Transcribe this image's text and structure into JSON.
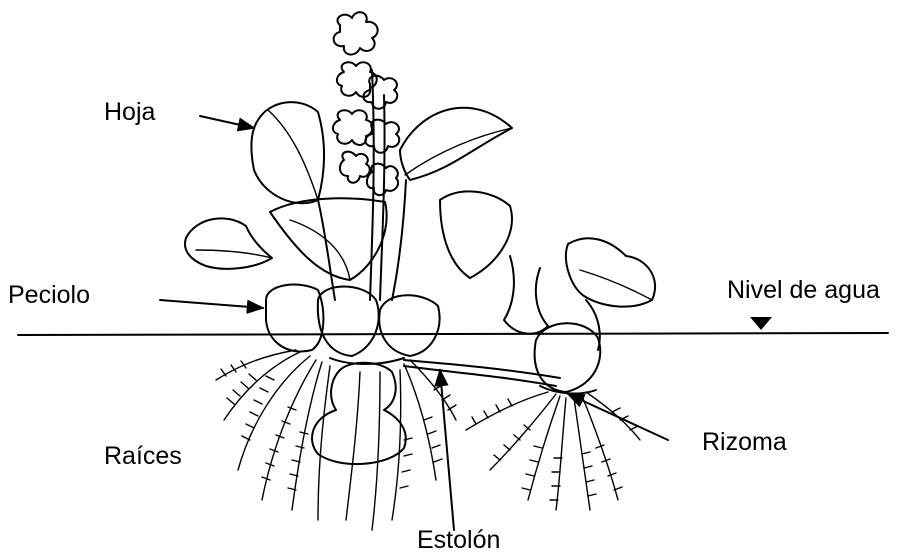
{
  "labels": {
    "hoja": "Hoja",
    "peciolo": "Peciolo",
    "raices": "Raíces",
    "nivel_agua": "Nivel de agua",
    "rizoma": "Rizoma",
    "estolon": "Estolón"
  },
  "colors": {
    "ink": "#000000",
    "background": "#ffffff"
  }
}
